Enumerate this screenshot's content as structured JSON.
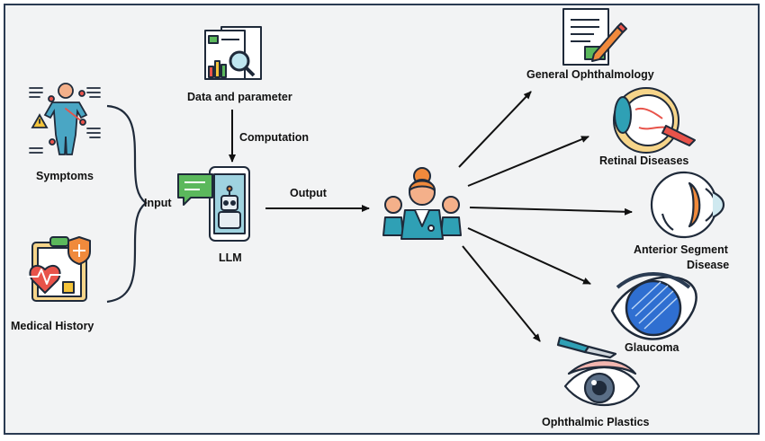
{
  "labels": {
    "symptoms": "Symptoms",
    "medical_history": "Medical History",
    "input": "Input",
    "data_parameter": "Data and parameter",
    "computation": "Computation",
    "llm": "LLM",
    "output": "Output",
    "general": "General Ophthalmology",
    "retinal": "Retinal Diseases",
    "anterior_1": "Anterior Segment",
    "anterior_2": "Disease",
    "glaucoma": "Glaucoma",
    "plastics": "Ophthalmic Plastics"
  },
  "icons": {
    "symptoms": "body-symptoms-icon",
    "history": "medical-history-icon",
    "data": "data-report-icon",
    "llm": "llm-phone-robot-icon",
    "doctor": "doctor-team-icon",
    "general": "document-pen-icon",
    "retinal": "retina-eye-icon",
    "anterior": "eye-side-icon",
    "glaucoma": "glaucoma-eye-icon",
    "plastics": "eye-scalpel-icon"
  },
  "colors": {
    "frame": "#2a3b52",
    "background": "#f2f3f4",
    "outline": "#1f2a3a",
    "orange": "#f08a3c",
    "teal": "#2fa0b5",
    "red": "#e8534a",
    "green": "#5bb85c",
    "yellow": "#f4c43a"
  }
}
